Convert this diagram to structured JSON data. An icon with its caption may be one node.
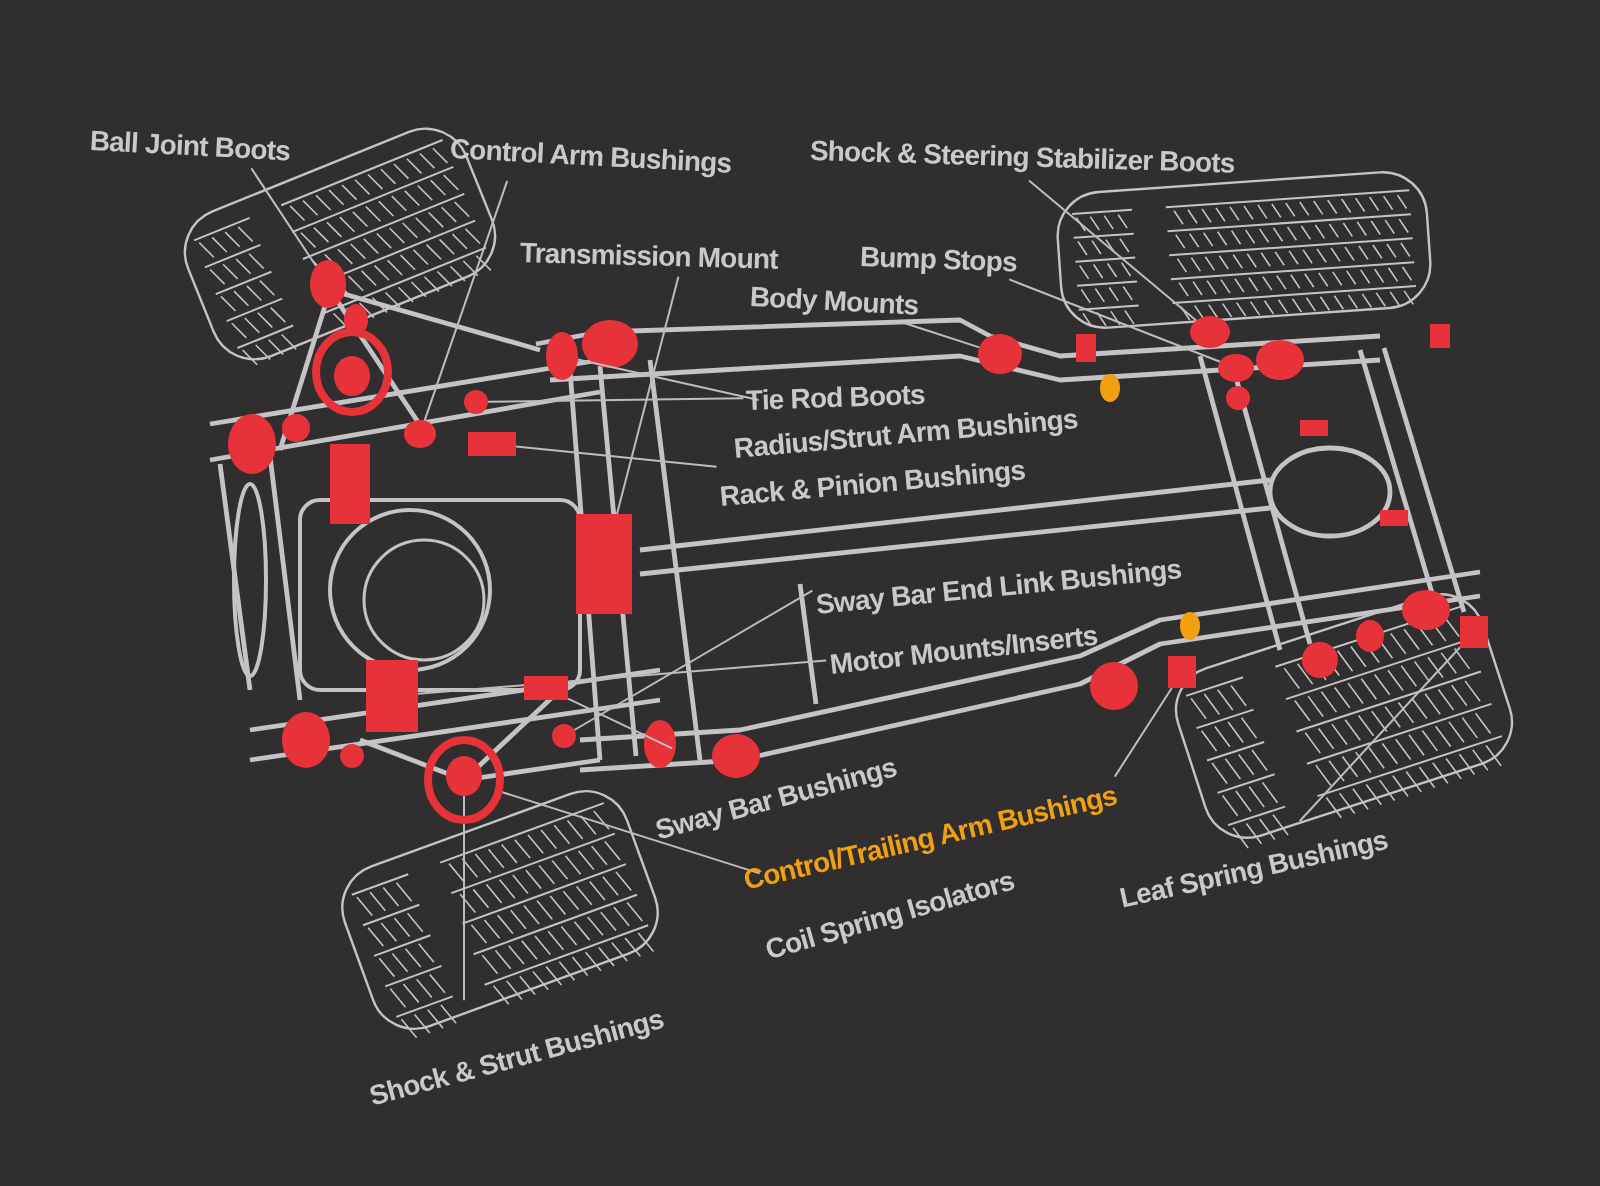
{
  "diagram": {
    "nodes": [
      {
        "text": [
          "Ball Joint Boots"
        ]
      },
      {
        "text": [
          "Control Arm Bushings"
        ]
      },
      {
        "text": [
          "Shock & Steering Stabilizer Boots"
        ]
      },
      {
        "text": [
          "Transmission Mount"
        ]
      },
      {
        "text": [
          "Bump Stops"
        ]
      },
      {
        "text": [
          "Body Mounts"
        ]
      },
      {
        "text": [
          "Tie Rod Boots"
        ]
      },
      {
        "text": [
          "Radius/Strut Arm Bushings"
        ]
      },
      {
        "text": [
          "Rack & Pinion Bushings"
        ]
      },
      {
        "text": [
          "Sway Bar End Link Bushings"
        ]
      },
      {
        "text": [
          "Motor Mounts/Inserts"
        ]
      },
      {
        "text": [
          "Sway Bar Bushings"
        ]
      },
      {
        "text": [
          "Control/Trailing Arm Bushings"
        ]
      },
      {
        "text": [
          "Leaf Spring Bushings"
        ]
      },
      {
        "text": [
          "Coil Spring Isolators"
        ]
      },
      {
        "text": [
          "Shock & Strut Bushings"
        ]
      },
      {
        "text": [],
        "shape": "circle"
      },
      {
        "text": [],
        "shape": "circle"
      },
      {
        "text": [],
        "shape": "circle"
      },
      {
        "text": [],
        "shape": "box"
      },
      {
        "text": [],
        "shape": "circle"
      },
      {
        "text": [],
        "shape": "circle"
      },
      {
        "text": [],
        "shape": "circle"
      },
      {
        "text": [],
        "shape": "circle"
      },
      {
        "text": [],
        "shape": "box"
      },
      {
        "text": [],
        "shape": "circle"
      },
      {
        "text": [],
        "shape": "box"
      },
      {
        "text": [],
        "shape": "box"
      },
      {
        "text": [],
        "shape": "box"
      },
      {
        "text": [],
        "shape": "box"
      },
      {
        "text": [],
        "shape": "circle"
      },
      {
        "text": [],
        "shape": "circle",
        "in": 30
      }
    ],
    "edges": [
      {
        "from": 0,
        "to": 16,
        "arrow": "none"
      },
      {
        "from": 1,
        "to": 17,
        "arrow": "none"
      },
      {
        "from": 2,
        "to": 18,
        "arrow": "none"
      },
      {
        "from": 3,
        "to": 19,
        "arrow": "none"
      },
      {
        "from": 4,
        "to": 20,
        "arrow": "none"
      },
      {
        "from": 5,
        "to": 21,
        "arrow": "none"
      },
      {
        "from": 6,
        "to": 22,
        "arrow": "none"
      },
      {
        "from": 7,
        "to": 23,
        "arrow": "none"
      },
      {
        "from": 8,
        "to": 24,
        "arrow": "none"
      },
      {
        "from": 9,
        "to": 25,
        "arrow": "none"
      },
      {
        "from": 10,
        "to": 26,
        "arrow": "none"
      },
      {
        "from": 11,
        "to": 27,
        "arrow": "none"
      },
      {
        "from": 12,
        "to": 28,
        "arrow": "none"
      },
      {
        "from": 13,
        "to": 29,
        "arrow": "none"
      },
      {
        "from": 14,
        "to": 30,
        "arrow": "none"
      },
      {
        "from": 15,
        "to": 31,
        "arrow": "none"
      }
    ]
  }
}
